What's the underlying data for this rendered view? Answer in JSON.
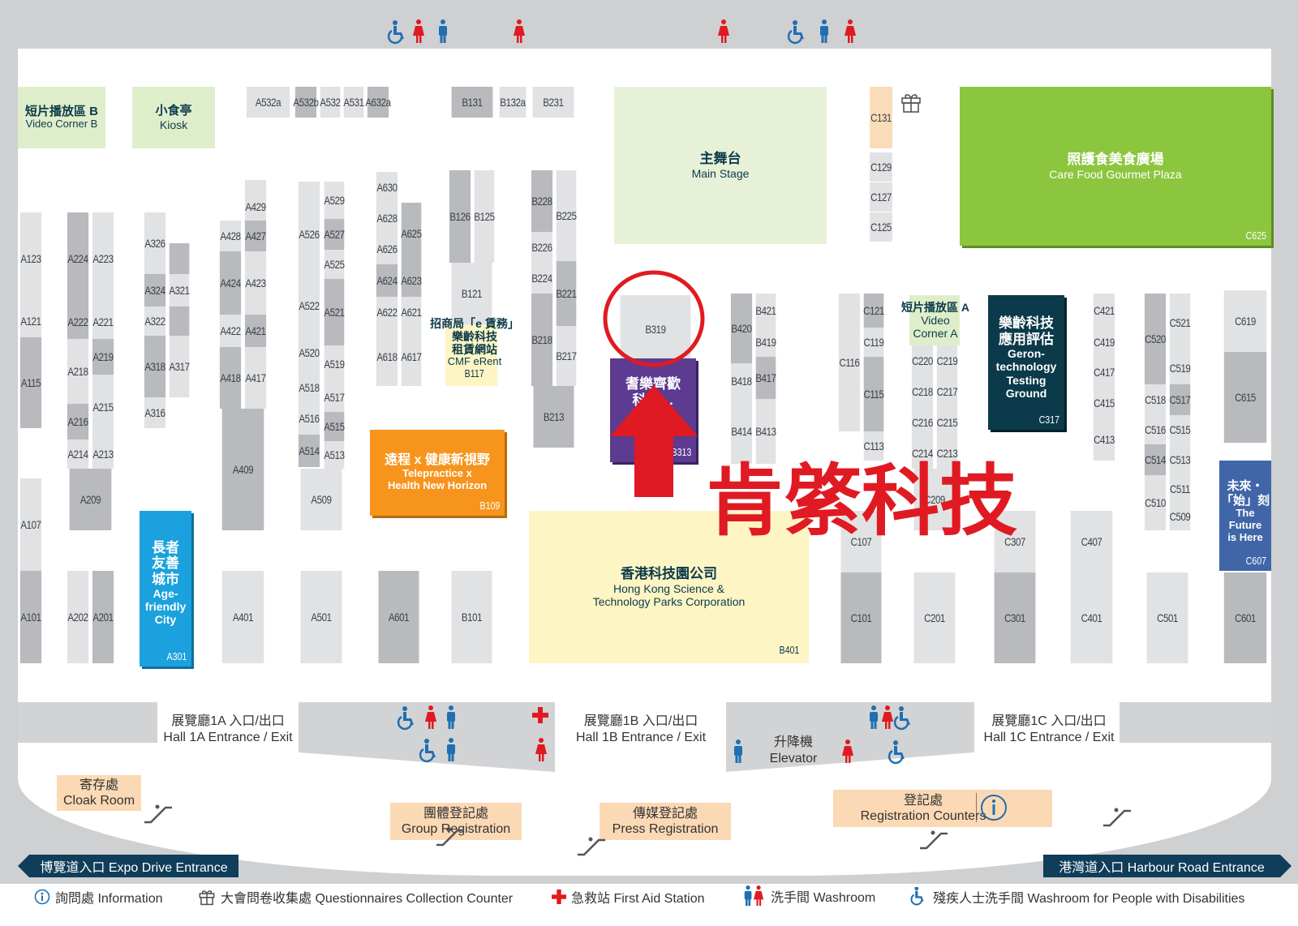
{
  "colors": {
    "background": "#cfd0d2",
    "hall": "#ffffff",
    "booth_light": "#e1e2e4",
    "booth_mid": "#b9babd",
    "booth_dark": "#a7a8ab",
    "light_green": "#dfeeca",
    "green": "#8cc63f",
    "yellow": "#fdf5c4",
    "orange": "#f7941d",
    "blue": "#1ba1dd",
    "purple": "#5c3b90",
    "navy": "#0b3a4a",
    "slate_blue": "#4066a8",
    "peach": "#fbd9b4",
    "red": "#e01a22",
    "icon_blue": "#1f6fb2",
    "icon_red": "#e01a22",
    "banner": "#0f3d5a"
  },
  "features": {
    "video_corner_b": {
      "zh": "短片播放區 B",
      "en": "Video Corner B"
    },
    "kiosk": {
      "zh": "小食亭",
      "en": "Kiosk"
    },
    "main_stage": {
      "zh": "主舞台",
      "en": "Main Stage"
    },
    "care_food": {
      "zh": "照護食美食廣場",
      "en": "Care Food Gourmet Plaza",
      "code": "C625"
    },
    "gift_counter_code": "C131",
    "cmf": {
      "zh1": "招商局「e 賃務」",
      "zh2": "樂齡科技",
      "zh3": "租賃網站",
      "en": "CMF eRent",
      "code": "B117"
    },
    "telepractice": {
      "zh": "遠程 x 健康新視野",
      "en1": "Telepractice x",
      "en2": "Health New Horizon",
      "code": "B109"
    },
    "age_friendly": {
      "zh1": "長者",
      "zh2": "友善",
      "zh3": "城市",
      "en1": "Age-",
      "en2": "friendly",
      "en3": "City",
      "code": "A301"
    },
    "purple_booth": {
      "zh1": "耆樂齊歡",
      "zh2": "科技…",
      "code": "B313"
    },
    "hkstp": {
      "zh": "香港科技園公司",
      "en1": "Hong Kong Science &",
      "en2": "Technology Parks Corporation",
      "code": "B401"
    },
    "video_corner_a": {
      "zh": "短片播放區 A",
      "en1": "Video",
      "en2": "Corner A"
    },
    "gerontech": {
      "zh1": "樂齡科技",
      "zh2": "應用評估",
      "en1": "Geron-",
      "en2": "technology",
      "en3": "Testing",
      "en4": "Ground",
      "code": "C317"
    },
    "future": {
      "zh1": "未來・",
      "zh2": "「始」刻",
      "en1": "The",
      "en2": "Future",
      "en3": "is Here",
      "code": "C607"
    }
  },
  "highlight": {
    "booth": "B319",
    "label": "肯綮科技"
  },
  "booths": {
    "A123": "A123",
    "A121": "A121",
    "A115": "A115",
    "A107": "A107",
    "A101": "A101",
    "A224": "A224",
    "A223": "A223",
    "A222": "A222",
    "A221": "A221",
    "A219": "A219",
    "A218": "A218",
    "A215": "A215",
    "A216": "A216",
    "A214": "A214",
    "A213": "A213",
    "A209": "A209",
    "A202": "A202",
    "A201": "A201",
    "A326": "A326",
    "A324": "A324",
    "A321": "A321",
    "A322": "A322",
    "A318": "A318",
    "A317": "A317",
    "A316": "A316",
    "A429": "A429",
    "A428": "A428",
    "A427": "A427",
    "A424": "A424",
    "A423": "A423",
    "A422": "A422",
    "A421": "A421",
    "A418": "A418",
    "A417": "A417",
    "A409": "A409",
    "A401": "A401",
    "A529": "A529",
    "A526": "A526",
    "A527": "A527",
    "A525": "A525",
    "A522": "A522",
    "A521": "A521",
    "A520": "A520",
    "A519": "A519",
    "A518": "A518",
    "A517": "A517",
    "A516": "A516",
    "A515": "A515",
    "A514": "A514",
    "A513": "A513",
    "A509": "A509",
    "A501": "A501",
    "A630": "A630",
    "A628": "A628",
    "A625": "A625",
    "A626": "A626",
    "A624": "A624",
    "A623": "A623",
    "A622": "A622",
    "A621": "A621",
    "A618": "A618",
    "A617": "A617",
    "A601": "A601",
    "A532a": "A532a",
    "A532b": "A532b",
    "A532": "A532",
    "A531": "A531",
    "A632a": "A632a",
    "B131": "B131",
    "B132a": "B132a",
    "B231": "B231",
    "B126": "B126",
    "B125": "B125",
    "B121": "B121",
    "B101": "B101",
    "B228": "B228",
    "B225": "B225",
    "B226": "B226",
    "B224": "B224",
    "B221": "B221",
    "B218": "B218",
    "B217": "B217",
    "B213": "B213",
    "B421": "B421",
    "B420": "B420",
    "B419": "B419",
    "B418": "B418",
    "B417": "B417",
    "B414": "B414",
    "B413": "B413",
    "C129": "C129",
    "C127": "C127",
    "C125": "C125",
    "C121": "C121",
    "C119": "C119",
    "C116": "C116",
    "C115": "C115",
    "C113": "C113",
    "C107": "C107",
    "C101": "C101",
    "C220": "C220",
    "C219": "C219",
    "C218": "C218",
    "C217": "C217",
    "C216": "C216",
    "C215": "C215",
    "C214": "C214",
    "C213": "C213",
    "C209": "C209",
    "C201": "C201",
    "C307": "C307",
    "C301": "C301",
    "C421": "C421",
    "C419": "C419",
    "C417": "C417",
    "C415": "C415",
    "C413": "C413",
    "C407": "C407",
    "C401": "C401",
    "C521": "C521",
    "C520": "C520",
    "C519": "C519",
    "C518": "C518",
    "C517": "C517",
    "C516": "C516",
    "C515": "C515",
    "C514": "C514",
    "C513": "C513",
    "C511": "C511",
    "C510": "C510",
    "C509": "C509",
    "C501": "C501",
    "C619": "C619",
    "C615": "C615",
    "C601": "C601"
  },
  "entrances": {
    "hall_1a": {
      "zh": "展覽廳1A 入口/出口",
      "en": "Hall 1A Entrance / Exit"
    },
    "hall_1b": {
      "zh": "展覽廳1B 入口/出口",
      "en": "Hall 1B Entrance / Exit"
    },
    "hall_1c": {
      "zh": "展覽廳1C 入口/出口",
      "en": "Hall 1C Entrance / Exit"
    }
  },
  "elevator": {
    "zh": "升降機",
    "en": "Elevator"
  },
  "counters": {
    "cloak": {
      "zh": "寄存處",
      "en": "Cloak Room"
    },
    "group": {
      "zh": "團體登記處",
      "en": "Group Registration"
    },
    "press": {
      "zh": "傳媒登記處",
      "en": "Press Registration"
    },
    "registration": {
      "zh": "登記處",
      "en": "Registration Counters"
    }
  },
  "road_entrances": {
    "expo": "博覽道入口 Expo Drive Entrance",
    "harbour": "港灣道入口 Harbour Road Entrance"
  },
  "legend": {
    "information": "詢問處 Information",
    "questionnaire": "大會問卷收集處 Questionnaires Collection Counter",
    "first_aid": "急救站 First Aid Station",
    "washroom": "洗手間 Washroom",
    "disabled_washroom": "殘疾人士洗手間 Washroom for People with Disabilities"
  },
  "icons": [
    "wheelchair-icon",
    "female-washroom-icon",
    "male-washroom-icon",
    "first-aid-icon",
    "gift-icon",
    "information-icon",
    "escalator-icon",
    "arrow-up-icon"
  ]
}
